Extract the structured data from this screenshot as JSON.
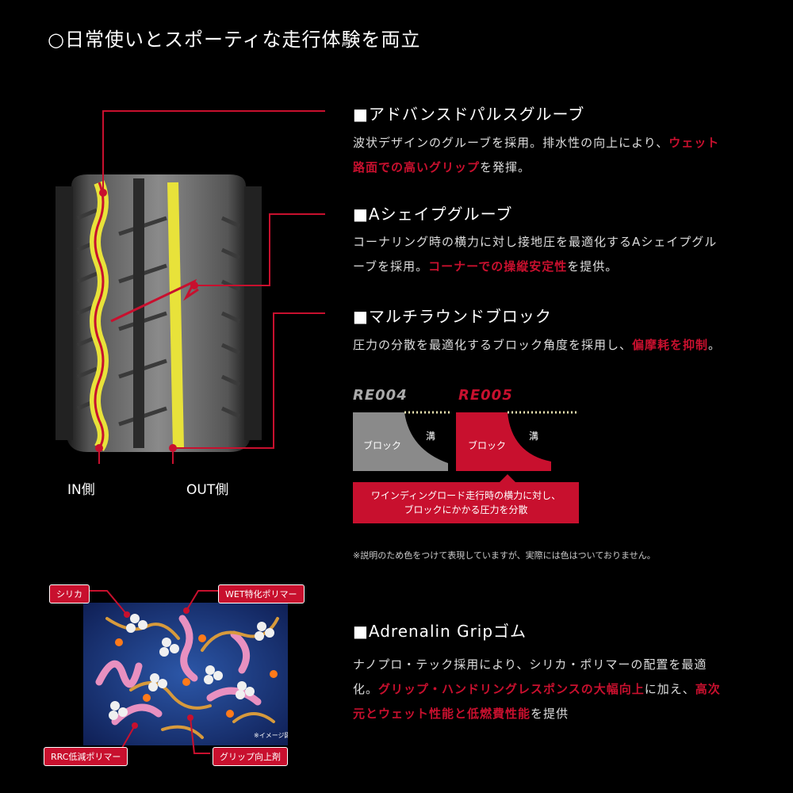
{
  "header": {
    "title": "○日常使いとスポーティな走行体験を両立"
  },
  "features": [
    {
      "title": "■アドバンスドパルスグルーブ",
      "line1_plain": "波状デザインのグルーブを採用。排水性の向上により、",
      "line1_hl": "ウェット",
      "line2_hl": "路面での高いグリップ",
      "line2_plain": "を発揮。"
    },
    {
      "title": "■Aシェイプグルーブ",
      "line1_plain": "コーナリング時の横力に対し接地圧を最適化するAシェイプグル",
      "line2_plain_a": "ーブを採用。",
      "line2_hl": "コーナーでの操縦安定性",
      "line2_plain_b": "を提供。"
    },
    {
      "title": "■マルチラウンドブロック",
      "line1_plain": "圧力の分散を最適化するブロック角度を採用し、",
      "line1_hl": "偏摩耗を抑制",
      "line1_end": "。"
    }
  ],
  "tyre": {
    "in_label": "IN側",
    "out_label": "OUT側"
  },
  "comparison": {
    "old_name": "RE004",
    "new_name": "RE005",
    "block_label": "ブロック",
    "groove_label": "溝",
    "callout_line1": "ワインディングロード走行時の横力に対し、",
    "callout_line2": "ブロックにかかる圧力を分散"
  },
  "note": "※説明のため色をつけて表現していますが、実際には色はついておりません。",
  "compound": {
    "tag_silica": "シリカ",
    "tag_wet_polymer": "WET特化ポリマー",
    "tag_rrc_polymer": "RRC低減ポリマー",
    "tag_grip_agent": "グリップ向上剤",
    "image_note": "※イメージ図"
  },
  "adrenalin": {
    "title": "■Adrenalin Gripゴム",
    "line1_plain": "ナノプロ・テック採用により、シリカ・ポリマーの配置を最適",
    "line2_plain_a": "化。",
    "line2_hl": "グリップ・ハンドリングレスポンスの大幅向上",
    "line2_plain_b": "に加え、",
    "line2_hl_end": "高次",
    "line3_hl": "元とウェット性能と低燃費性能",
    "line3_plain": "を提供"
  },
  "colors": {
    "accent": "#c8102e",
    "groove_yellow": "#e8e23a",
    "background": "#000000"
  }
}
